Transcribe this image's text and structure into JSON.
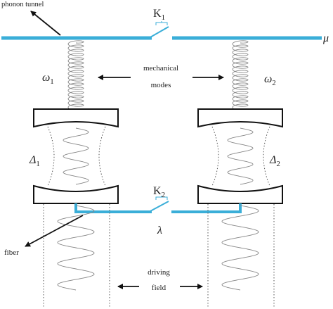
{
  "labels": {
    "phonon_tunnel": "phonon tunnel",
    "mu": "μ",
    "switch_top": "K",
    "switch_top_sub": "1",
    "switch_bottom": "K",
    "switch_bottom_sub": "2",
    "omega_1": "ω",
    "omega_1_sub": "1",
    "omega_2": "ω",
    "omega_2_sub": "2",
    "mechanical_line1": "mechanical",
    "mechanical_line2": "modes",
    "delta_1": "Δ",
    "delta_1_sub": "1",
    "delta_2": "Δ",
    "delta_2_sub": "2",
    "lambda": "λ",
    "fiber": "fiber",
    "driving_line1": "driving",
    "driving_line2": "field"
  },
  "colors": {
    "waveguide": "#3aaed8",
    "mirror_stroke": "#111111",
    "wave": "#888888",
    "dotted": "#555555",
    "text": "#222222"
  }
}
